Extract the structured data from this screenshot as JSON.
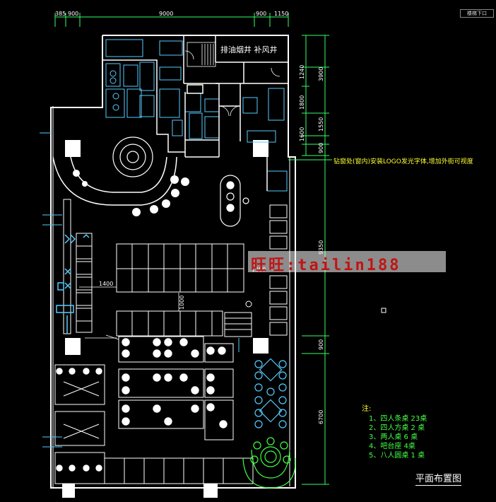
{
  "top_dimensions": [
    "385",
    "900",
    "9000",
    "900",
    "1150"
  ],
  "right_dimensions": [
    "3900",
    "1240",
    "1800",
    "1550",
    "1600",
    "900",
    "9350",
    "900",
    "6700"
  ],
  "corner_tag": "楼梯下口",
  "inner_dims": {
    "d1400": "1400",
    "d1000": "1000",
    "d1200": "1200"
  },
  "labels": {
    "hood": "排油烟井",
    "air_shaft": "补风井",
    "logo_note": "钻窗处(窗内)安装LOGO发光字体,增加外街可视度",
    "plan_title": "平面布置图"
  },
  "watermark": "旺旺:tailin188",
  "notes": {
    "head": "注:",
    "items": [
      "1、四人条桌 23桌",
      "2、四人方桌 2 桌",
      "3、两人桌 6 桌",
      "4、吧台座   4桌",
      "5、八人圆桌 1 桌"
    ]
  },
  "colors": {
    "wall": "#ffffff",
    "furniture": "#ffffff",
    "kitchen": "#55ccff",
    "dimension": "#33ff66",
    "note_text": "#ffff33",
    "watermark": "#c21414"
  }
}
